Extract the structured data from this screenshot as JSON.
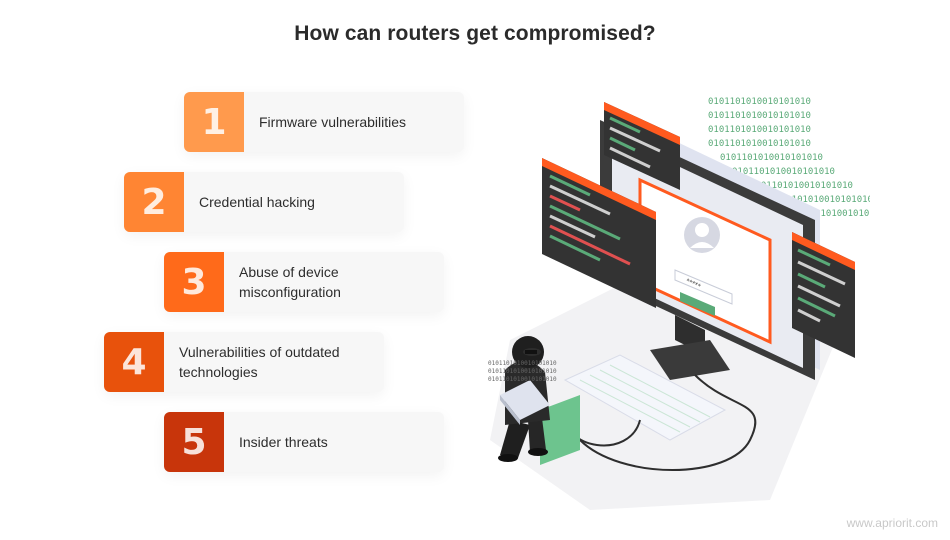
{
  "title": "How can routers get compromised?",
  "items": [
    {
      "number": "1",
      "label": "Firmware vulnerabilities",
      "color": "#ff9a4d"
    },
    {
      "number": "2",
      "label": "Credential hacking",
      "color": "#ff8533"
    },
    {
      "number": "3",
      "label": "Abuse of device misconfiguration",
      "color": "#ff6a1a"
    },
    {
      "number": "4",
      "label": "Vulnerabilities of outdated technologies",
      "color": "#e8520c"
    },
    {
      "number": "5",
      "label": "Insider threats",
      "color": "#c8350b"
    }
  ],
  "illustration": {
    "binary_text": "0101101010010101010",
    "password_mask": "*****"
  },
  "watermark": "www.apriorit.com"
}
